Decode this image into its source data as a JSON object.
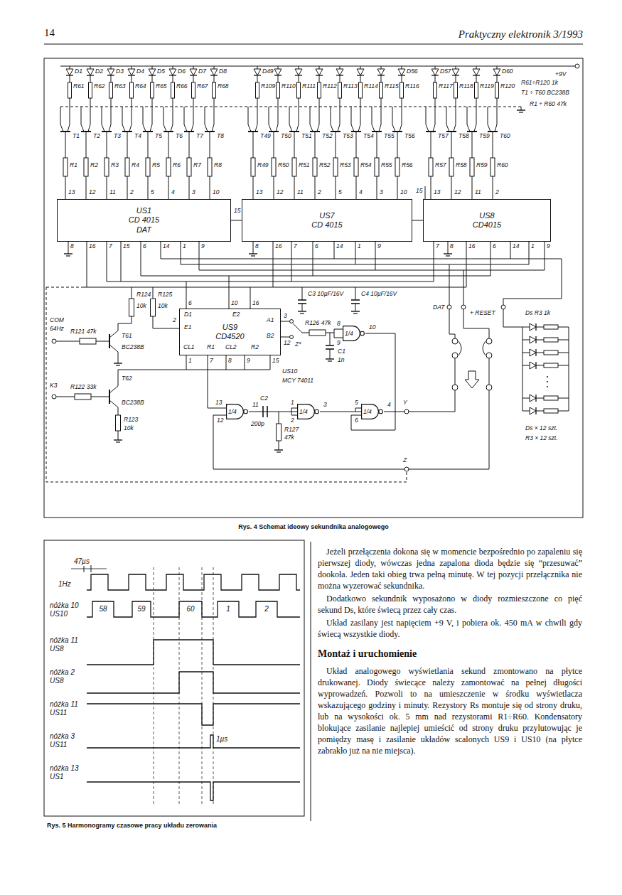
{
  "diagram": {
    "caption": "Rys. 4 Schemat ideowy sekundnika analogowego",
    "nodes": [
      {
        "text": [
          "US1",
          "CD 4015",
          "DAT"
        ]
      },
      {
        "text": [
          "US7",
          "CD 4015"
        ]
      },
      {
        "text": [
          "US8",
          "CD4015"
        ]
      },
      {
        "text": [
          "US9",
          "CD4520"
        ]
      },
      {
        "text": [
          "1/4"
        ]
      },
      {
        "text": [
          "1/4"
        ]
      },
      {
        "text": [
          "1/4"
        ]
      },
      {
        "text": [
          "1/4"
        ]
      }
    ],
    "edges": [
      {
        "from": 0,
        "to": 1,
        "arrow": "none"
      },
      {
        "from": 1,
        "to": 2,
        "arrow": "none"
      },
      {
        "from": 5,
        "to": 6,
        "arrow": "none"
      },
      {
        "from": 6,
        "to": 7,
        "arrow": "none"
      }
    ],
    "labels": [
      "14",
      "Praktyczny elektronik 3/1993",
      "D1",
      "D2",
      "D3",
      "D4",
      "D5",
      "D6",
      "D7",
      "D8",
      "D49",
      "D56",
      "D57",
      "D60",
      "R61",
      "R62",
      "R63",
      "R64",
      "R65",
      "R66",
      "R67",
      "R68",
      "R109",
      "R110",
      "R111",
      "R112",
      "R113",
      "R114",
      "R115",
      "R116",
      "R117",
      "R118",
      "R119",
      "R120",
      "+9V",
      "R61÷R120 1k",
      "T1 ÷ T60 BC238B",
      "R1 ÷ R60 47k",
      "T1",
      "T2",
      "T3",
      "T4",
      "T5",
      "T6",
      "T7",
      "T8",
      "T49",
      "T50",
      "T51",
      "T52",
      "T53",
      "T54",
      "T55",
      "T56",
      "T57",
      "T58",
      "T59",
      "T60",
      "R1",
      "R2",
      "R3",
      "R4",
      "R5",
      "R6",
      "R7",
      "R8",
      "R49",
      "R50",
      "R51",
      "R52",
      "R53",
      "R54",
      "R55",
      "R56",
      "R57",
      "R58",
      "R59",
      "R60",
      "13",
      "12",
      "11",
      "2",
      "5",
      "4",
      "3",
      "10",
      "13",
      "12",
      "11",
      "2",
      "5",
      "4",
      "3",
      "10",
      "15",
      "13",
      "12",
      "11",
      "2",
      "15",
      "8",
      "16",
      "7",
      "15",
      "6",
      "14",
      "1",
      "9",
      "8",
      "16",
      "7",
      "6",
      "14",
      "1",
      "9",
      "7",
      "8",
      "16",
      "6",
      "14",
      "1",
      "9",
      "C3 10µF/16V",
      "C4 10µF/16V",
      "R124",
      "10k",
      "R125",
      "10k",
      "COM",
      "64Hz",
      "R121 47k",
      "T61",
      "BC238B",
      "K3",
      "R122 33k",
      "T62",
      "BC238B",
      "R123",
      "10k",
      "6",
      "10",
      "16",
      "D1",
      "E2",
      "E1",
      "2",
      "A1",
      "3",
      "B2",
      "12",
      "CL1",
      "R1",
      "CL2",
      "R2",
      "1",
      "7",
      "8",
      "9",
      "15",
      "Z*",
      "R126 47k",
      "8",
      "9",
      "10",
      "C1",
      "1n",
      "US10",
      "MCY 74011",
      "13",
      "12",
      "11",
      "C2",
      "200p",
      "R127",
      "47k",
      "1",
      "2",
      "3",
      "5",
      "6",
      "4",
      "Y",
      "Z",
      "DAT",
      "+ RESET",
      "Ds R3 1k",
      "Ds × 12 szt.",
      "R3 × 12 szt.",
      "47µs",
      "1Hz",
      "nóżka 10 US10",
      "58",
      "59",
      "60",
      "1",
      "2",
      "nóżka 11 US8",
      "nóżka 2 US8",
      "nóżka 11 US11",
      "nóżka 3 US11",
      "1µs",
      "nóżka 13 US1",
      "Rys. 5 Harmonogramy czasowe pracy układu zerowania",
      "Jeżeli przełączenia dokona się w momencie bezpośrednio po zapaleniu się pierwszej diody, wówczas jedna zapalona dioda będzie się “przesuwać” dookoła. Jeden taki obieg trwa pełną minutę. W tej pozycji przełącznika nie można wyzerować sekundnika.",
      "Dodatkowo sekundnik wyposażono w diody rozmieszczone co pięć sekund Ds, które świecą przez cały czas.",
      "Układ zasilany jest napięciem +9 V, i pobiera ok. 450 mA w chwili gdy świecą wszystkie diody.",
      "Montaż i uruchomienie",
      "Układ analogowego wyświetlania sekund zmontowano na płytce drukowanej. Diody świecące należy zamontować na pełnej długości wyprowadzeń. Pozwoli to na umieszczenie w środku wyświetlacza wskazującego godziny i minuty. Rezystory Rs montuje się od strony druku, lub na wysokości ok. 5 mm nad rezystorami R1÷R60. Kondensatory blokujące zasilanie najlepiej umieścić od strony druku przylutowując je pomiędzy masę i zasilanie układów scalonych US9 i US10 (na płytce zabrakło już na nie miejsca)."
    ]
  }
}
